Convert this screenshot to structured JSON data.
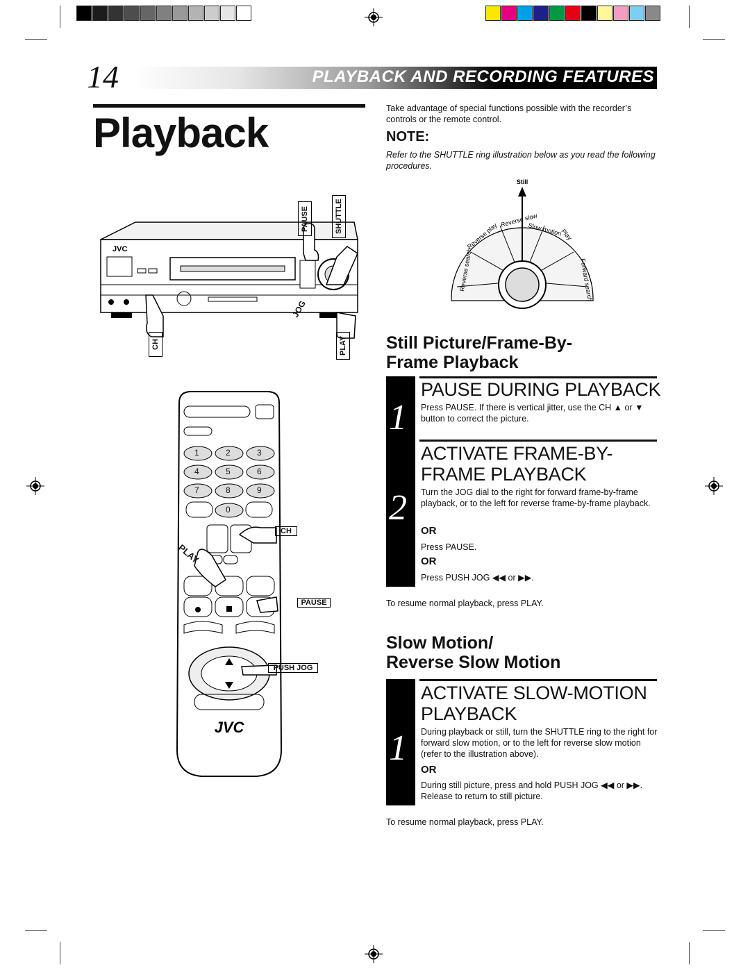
{
  "page_number": "14",
  "header_title": "PLAYBACK AND RECORDING FEATURES",
  "main_title": "Playback",
  "intro": "Take advantage of special functions possible with the recorder’s controls or the remote control.",
  "note": {
    "heading": "NOTE:",
    "text": "Refer to the SHUTTLE ring illustration below as you read the following procedures."
  },
  "vcr_labels": {
    "pause": "PAUSE",
    "shuttle": "SHUTTLE",
    "jog": "JOG",
    "ch": "CH",
    "play": "PLAY"
  },
  "shuttle_labels": {
    "still": "Still",
    "reverse_slow": "Reverse slow",
    "slow_motion": "Slow motion",
    "reverse_play": "Reverse play",
    "play": "Play",
    "reverse_search": "Reverse search",
    "forward_search": "Forward search"
  },
  "remote_labels": {
    "ch": "CH",
    "play": "PLAY",
    "pause": "PAUSE",
    "push_jog": "PUSH JOG",
    "brand": "JVC",
    "digits": [
      "1",
      "2",
      "3",
      "4",
      "5",
      "6",
      "7",
      "8",
      "9",
      "0"
    ]
  },
  "section1": {
    "heading_line1": "Still Picture/Frame-By-",
    "heading_line2": "Frame Playback",
    "step1": {
      "num": "1",
      "title": "PAUSE DURING PLAYBACK",
      "body": "Press PAUSE. If there is vertical jitter, use the CH ▲ or ▼ button to correct the picture."
    },
    "step2": {
      "num": "2",
      "title_line1": "ACTIVATE FRAME-BY-",
      "title_line2": "FRAME PLAYBACK",
      "body": "Turn the JOG dial to the right for forward frame-by-frame playback, or to the left for reverse frame-by-frame playback.",
      "or1": "OR",
      "alt1": "Press PAUSE.",
      "or2": "OR",
      "alt2": "Press PUSH JOG ◀◀ or ▶▶."
    },
    "resume": "To resume normal playback, press PLAY."
  },
  "section2": {
    "heading_line1": "Slow Motion/",
    "heading_line2": "Reverse Slow Motion",
    "step1": {
      "num": "1",
      "title_line1": "ACTIVATE SLOW-MOTION",
      "title_line2": "PLAYBACK",
      "body": "During playback or still, turn the SHUTTLE ring to the right for forward slow motion, or to the left for reverse slow motion (refer to the illustration above).",
      "or": "OR",
      "alt": "During still picture, press and hold PUSH JOG ◀◀ or ▶▶. Release to return to still picture."
    },
    "resume": "To resume normal playback, press PLAY."
  }
}
